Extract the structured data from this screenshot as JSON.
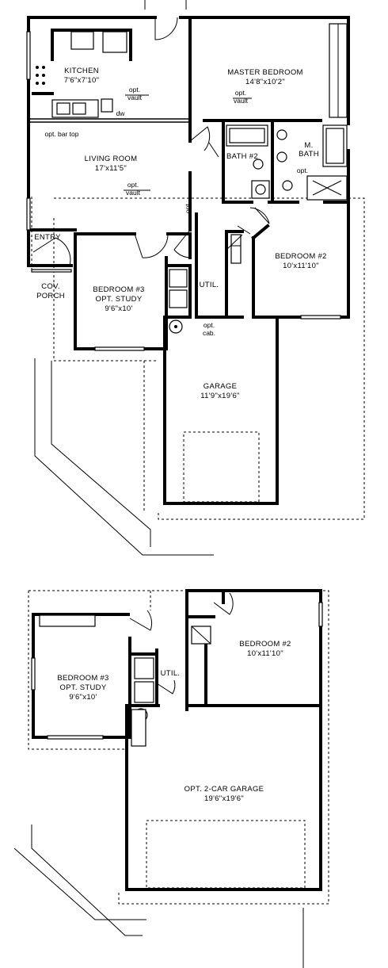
{
  "plan_a": {
    "kitchen": {
      "name": "KITCHEN",
      "dims": "7'6\"x7'10\""
    },
    "master_bedroom": {
      "name": "MASTER BEDROOM",
      "dims": "14'8\"x10'2\""
    },
    "living_room": {
      "name": "LIVING ROOM",
      "dims": "17'x11'5\""
    },
    "bath2": "BATH #2",
    "m_bath_line1": "M.",
    "m_bath_line2": "BATH",
    "entry": "ENTRY",
    "cov_porch_line1": "COV.",
    "cov_porch_line2": "PORCH",
    "bedroom3": {
      "name": "BEDROOM #3",
      "sub": "OPT. STUDY",
      "dims": "9'6\"x10'"
    },
    "bedroom2": {
      "name": "BEDROOM #2",
      "dims": "10'x11'10\""
    },
    "util": "UTIL.",
    "garage": {
      "name": "GARAGE",
      "dims": "11'9\"x19'6\""
    },
    "opt": "opt.",
    "vault": "vault",
    "dw": "dw",
    "opt_bar_top": "opt. bar top",
    "opt_cab_line1": "opt.",
    "opt_cab_line2": "cab."
  },
  "plan_b": {
    "bedroom2": {
      "name": "BEDROOM #2",
      "dims": "10'x11'10\""
    },
    "bedroom3": {
      "name": "BEDROOM #3",
      "sub": "OPT. STUDY",
      "dims": "9'6\"x10'"
    },
    "util": "UTIL.",
    "garage": {
      "name": "OPT. 2-CAR GARAGE",
      "dims": "19'6\"x19'6\""
    }
  }
}
